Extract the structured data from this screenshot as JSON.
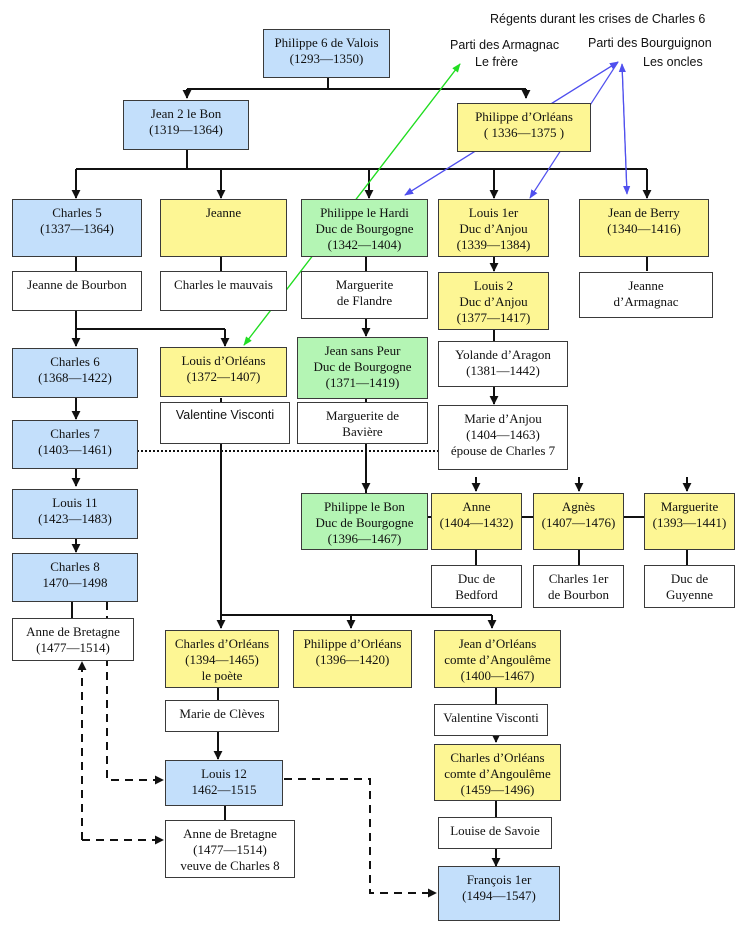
{
  "legend": {
    "title": "Régents durant les crises de Charles 6",
    "armagnac": "Parti des Armagnac",
    "frere": "Le frère",
    "bourguignon": "Parti des Bourguignon",
    "oncles": "Les oncles"
  },
  "colors": {
    "royal": "#c3dffb",
    "branch": "#fdf694",
    "bourgogne": "#b4f5b4",
    "spouse": "#ffffff",
    "armagnac_arrow": "#22dd22",
    "bourguignon_arrow": "#5050ee"
  },
  "people": {
    "philippe6": "Philippe 6 de Valois\n(1293—1350)",
    "jean2": "Jean 2 le Bon\n(1319—1364)",
    "philippe_orleans1": "Philippe d’Orléans\n( 1336—1375 )",
    "charles5": "Charles 5\n(1337—1364)",
    "jeanne": "Jeanne",
    "philippe_hardi": "Philippe le Hardi\nDuc de Bourgogne\n(1342—1404)",
    "louis1_anjou": "Louis 1er\nDuc d’Anjou\n(1339—1384)",
    "jean_berry": "Jean de Berry\n(1340—1416)",
    "jeanne_bourbon": "Jeanne de Bourbon",
    "charles_mauvais": "Charles le mauvais",
    "marguerite_flandre": "Marguerite\nde Flandre",
    "louis2_anjou": "Louis 2\nDuc d’Anjou\n(1377—1417)",
    "jeanne_armagnac": "Jeanne\nd’Armagnac",
    "charles6": "Charles 6\n(1368—1422)",
    "louis_orleans": "Louis d’Orléans\n(1372—1407)",
    "jean_sans_peur": "Jean sans Peur\nDuc de Bourgogne\n(1371—1419)",
    "yolande": "Yolande d’Aragon\n(1381—1442)",
    "valentine1": "Valentine Visconti",
    "marguerite_baviere": "Marguerite de\nBavière",
    "charles7": "Charles 7\n(1403—1461)",
    "marie_anjou": "Marie d’Anjou\n(1404—1463)\népouse de Charles 7",
    "louis11": "Louis 11\n(1423—1483)",
    "philippe_bon": "Philippe le Bon\nDuc de Bourgogne\n(1396—1467)",
    "anne": "Anne\n(1404—1432)",
    "agnes": "Agnès\n(1407—1476)",
    "marguerite2": "Marguerite\n(1393—1441)",
    "charles8": "Charles 8\n1470—1498",
    "bedford": "Duc de\nBedford",
    "charles1_bourbon": "Charles 1er\nde Bourbon",
    "guyenne": "Duc de\nGuyenne",
    "anne_bretagne1": "Anne de Bretagne\n(1477—1514)",
    "charles_orleans_poete": "Charles d’Orléans\n(1394—1465)\nle poète",
    "philippe_orleans2": "Philippe d’Orléans\n(1396—1420)",
    "jean_angouleme": "Jean d’Orléans\ncomte d’Angoulême\n(1400—1467)",
    "marie_cleves": "Marie de Clèves",
    "valentine2": "Valentine Visconti",
    "louis12": "Louis 12\n1462—1515",
    "charles_angouleme": "Charles d’Orléans\ncomte d’Angoulême\n(1459—1496)",
    "anne_bretagne2": "Anne de Bretagne\n(1477—1514)\nveuve de Charles 8",
    "louise_savoie": "Louise de Savoie",
    "francois1": "François 1er\n(1494—1547)"
  }
}
